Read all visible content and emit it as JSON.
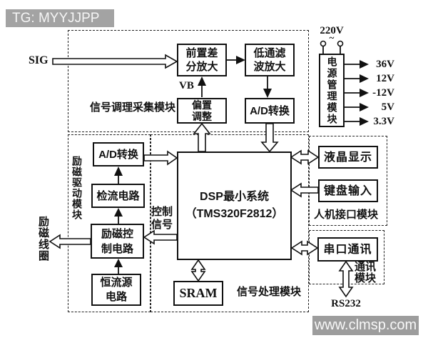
{
  "header": {
    "tag": "TG: MYYJJPP"
  },
  "watermark": {
    "text": "www.clmsp.com"
  },
  "modules": {
    "signal_conditioning": {
      "label": "信号调理采集模块"
    },
    "excitation_drive": {
      "label": "励磁驱动模块"
    },
    "signal_processing": {
      "label": "信号处理模块"
    },
    "hmi": {
      "label": "人机接口模块"
    },
    "comm": {
      "label": "通讯\n模块"
    }
  },
  "blocks": {
    "preamp": {
      "label": "前置差\n分放大"
    },
    "lowpass": {
      "label": "低通滤\n波放大"
    },
    "bias": {
      "label": "偏置\n调整"
    },
    "adc_top": {
      "label": "A/D转换"
    },
    "adc_left": {
      "label": "A/D转换"
    },
    "current_sense": {
      "label": "检流电路"
    },
    "excitation_ctrl": {
      "label": "励磁控\n制电路"
    },
    "const_current": {
      "label": "恒流源\n电路"
    },
    "dsp": {
      "label": "DSP最小系统\n（TMS320F2812）"
    },
    "sram": {
      "label": "SRAM"
    },
    "lcd": {
      "label": "液晶显示"
    },
    "keyboard": {
      "label": "键盘输入"
    },
    "serial": {
      "label": "串口通讯"
    },
    "power": {
      "label": "电源管理模块"
    }
  },
  "labels": {
    "sig": "SIG",
    "vb": "VB",
    "control_signal": "控制\n信号",
    "excitation_coil": "励磁线圈",
    "rs232": "RS232",
    "ac_voltage": "220V",
    "ac_tilde": "~"
  },
  "power_rails": [
    "36V",
    "12V",
    "-12V",
    "5V",
    "3.3V"
  ]
}
